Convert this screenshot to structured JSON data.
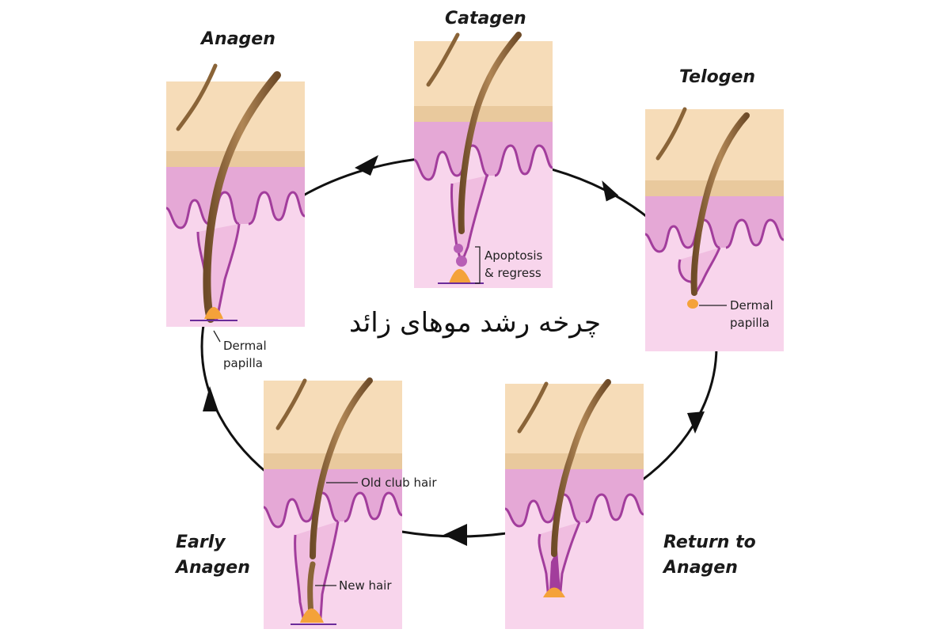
{
  "title": "چرخه رشد موهای زائد",
  "stages": {
    "anagen": "Anagen",
    "catagen": "Catagen",
    "telogen": "Telogen",
    "return_line1": "Return to",
    "return_line2": "Anagen",
    "early_line1": "Early",
    "early_line2": "Anagen"
  },
  "annotations": {
    "anagen_papilla_1": "Dermal",
    "anagen_papilla_2": "papilla",
    "catagen_1": "Apoptosis",
    "catagen_2": "& regress",
    "telogen_papilla_1": "Dermal",
    "telogen_papilla_2": "papilla",
    "old_club_hair": "Old club hair",
    "new_hair": "New hair"
  },
  "colors": {
    "skin_top": "#f6dcb8",
    "skin_band": "#e9c99d",
    "dermis_dark": "#e5a8d6",
    "dermis_light": "#f8d5ec",
    "follicle_outline": "#a23d9c",
    "hair": "#8a6438",
    "papilla": "#f4a23a",
    "cycle_line": "#111111"
  }
}
